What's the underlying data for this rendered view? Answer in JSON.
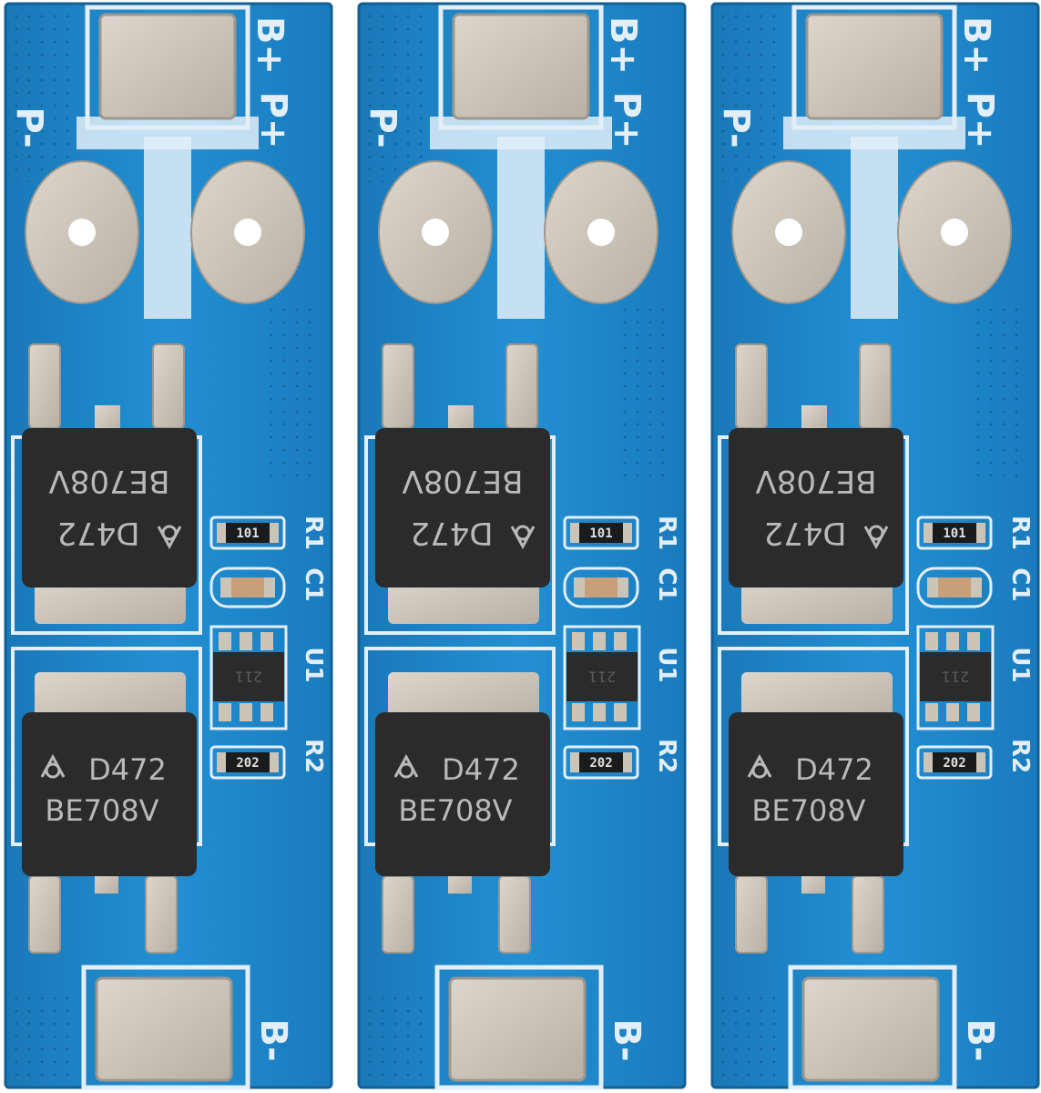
{
  "colors": {
    "background": "#ffffff",
    "pcb": "#1f86c8",
    "pcb_edge": "#145f93",
    "silkscreen": "#e2eef8",
    "pad": "#cdc4b8",
    "pad_shadow": "#9e978d",
    "chip": "#2b2b2b",
    "chip_text": "#b9b9b9"
  },
  "board_labels": {
    "b_plus": "B+",
    "p_minus": "P-",
    "p_plus": "P+",
    "b_minus": "B-",
    "r1": "R1",
    "c1": "C1",
    "u1": "U1",
    "r2": "R2"
  },
  "components": {
    "mosfet_part": "D472",
    "mosfet_code": "BE708V",
    "ic_code": "211",
    "r1_code": "101",
    "r2_code": "202"
  },
  "boards": [
    {
      "id": "board-1"
    },
    {
      "id": "board-2"
    },
    {
      "id": "board-3"
    }
  ],
  "icons": {
    "logo": "alpha-omega-logo-icon"
  }
}
